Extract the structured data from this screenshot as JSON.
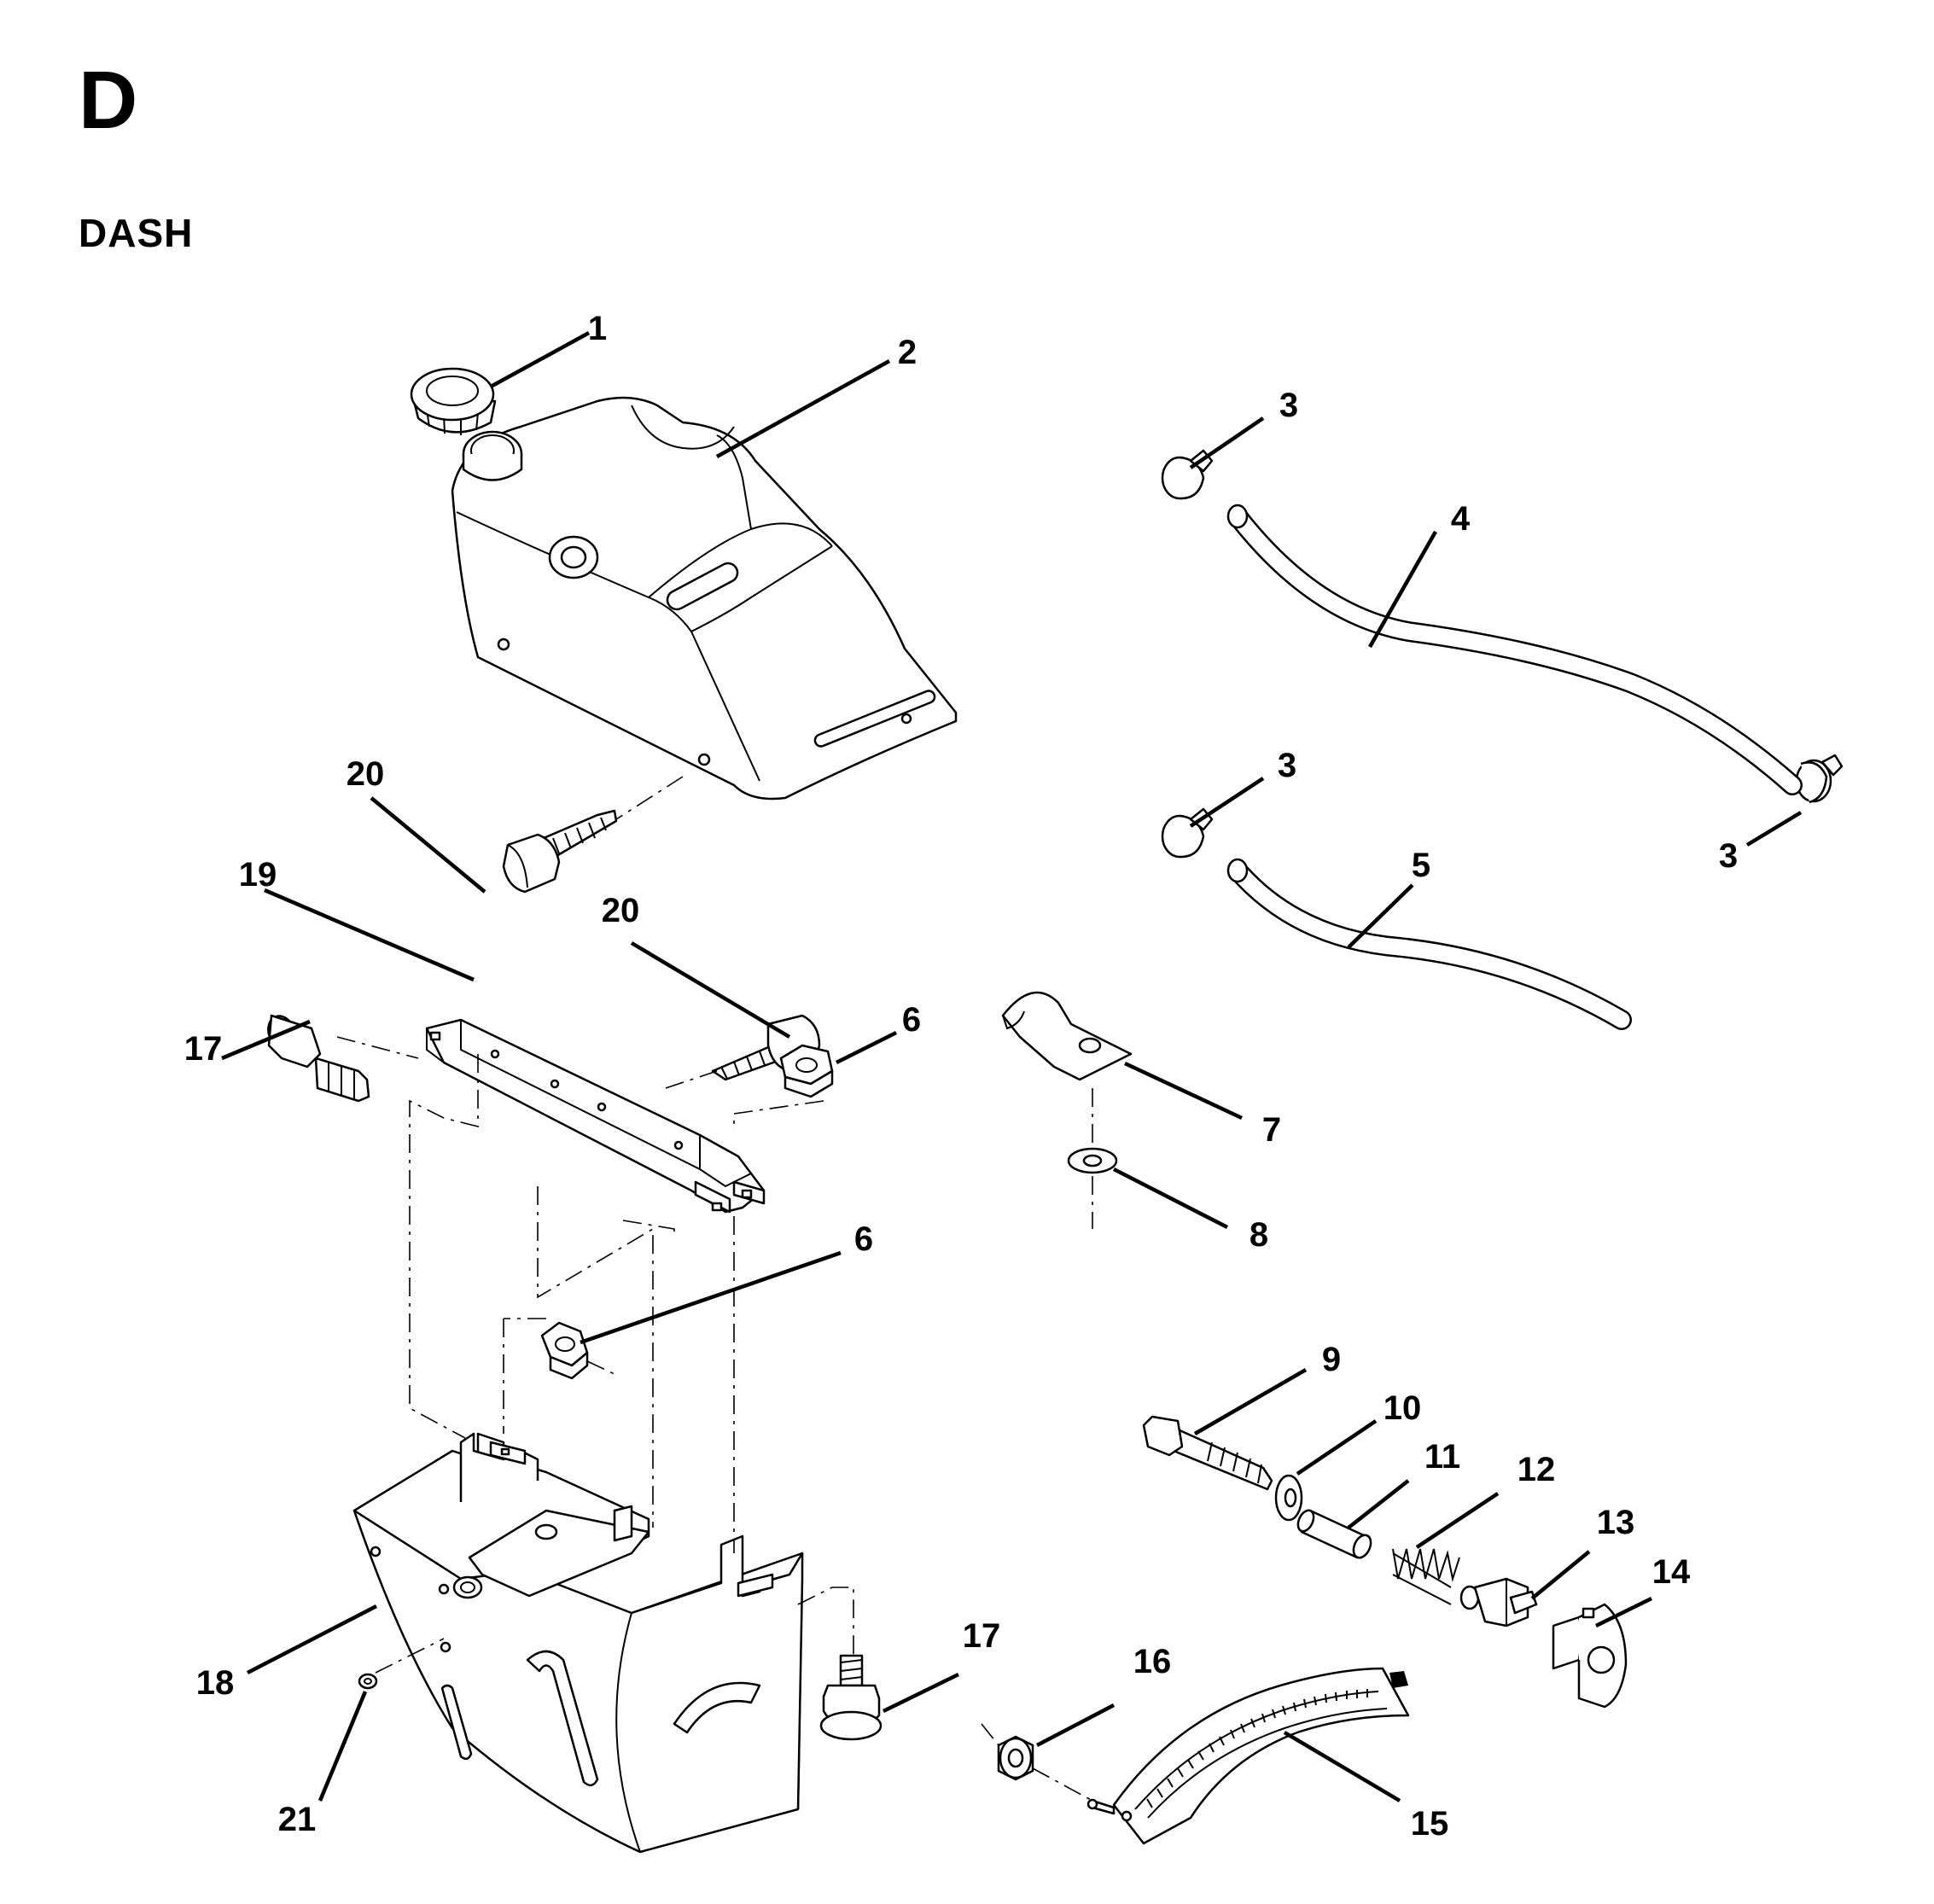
{
  "header": {
    "section_letter": "D",
    "section_title": "DASH"
  },
  "callouts": {
    "c1": "1",
    "c2": "2",
    "c3a": "3",
    "c3b": "3",
    "c3c": "3",
    "c4": "4",
    "c5": "5",
    "c6a": "6",
    "c6b": "6",
    "c7": "7",
    "c8": "8",
    "c9": "9",
    "c10": "10",
    "c11": "11",
    "c12": "12",
    "c13": "13",
    "c14": "14",
    "c15": "15",
    "c16": "16",
    "c17a": "17",
    "c17b": "17",
    "c18": "18",
    "c19": "19",
    "c20a": "20",
    "c20b": "20",
    "c21": "21"
  }
}
